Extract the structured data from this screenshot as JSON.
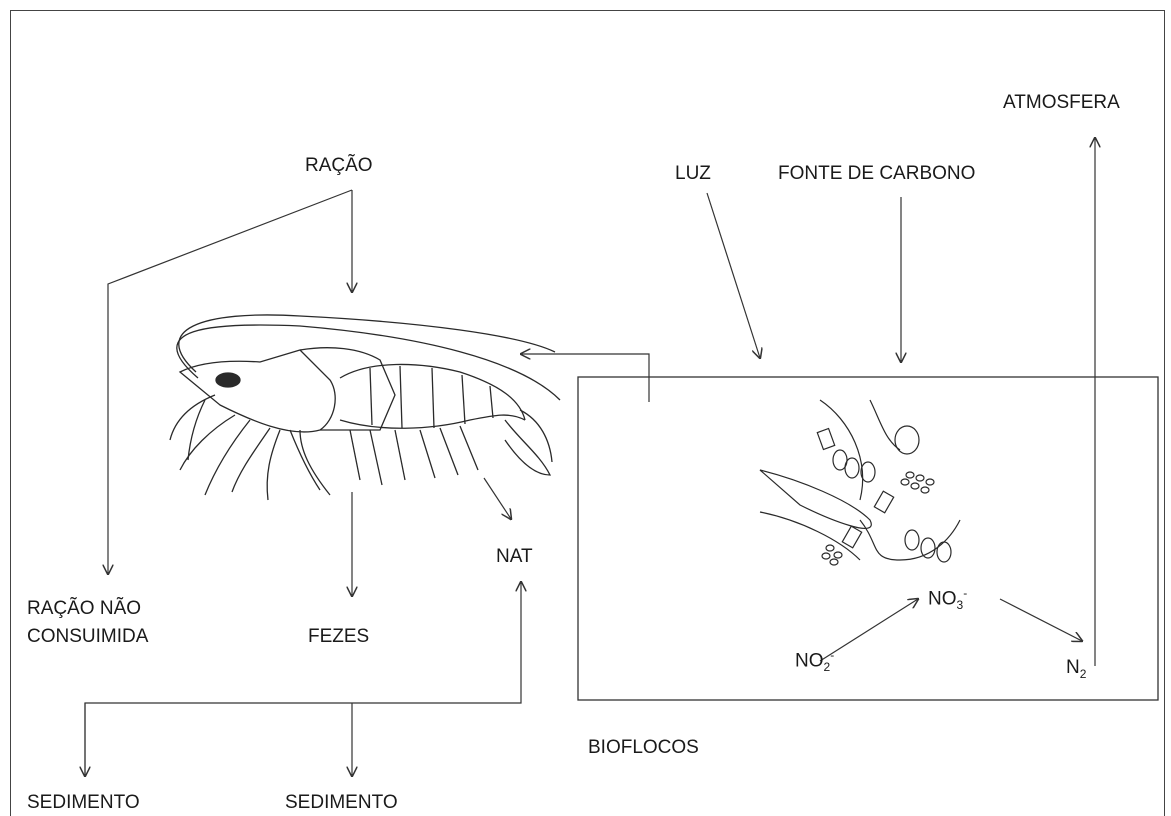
{
  "labels": {
    "racao": "RAÇÃO",
    "racao_nao_line1": "RAÇÃO NÃO",
    "racao_nao_line2": "CONSUIMIDA",
    "fezes": "FEZES",
    "nat": "NAT",
    "sedimento_left": "SEDIMENTO",
    "sedimento_mid": "SEDIMENTO",
    "luz": "LUZ",
    "fonte_carbono": "FONTE DE CARBONO",
    "atmosfera": "ATMOSFERA",
    "bioflocos": "BIOFLOCOS"
  },
  "chem": {
    "no3_base": "NO",
    "no3_sub": "3",
    "no3_sup": "-",
    "no2_base": "NO",
    "no2_sub": "2",
    "no2_sup": "-",
    "n2_base": "N",
    "n2_sub": "2"
  },
  "colors": {
    "line": "#333333",
    "text": "#1a1a1a",
    "background": "#ffffff"
  }
}
